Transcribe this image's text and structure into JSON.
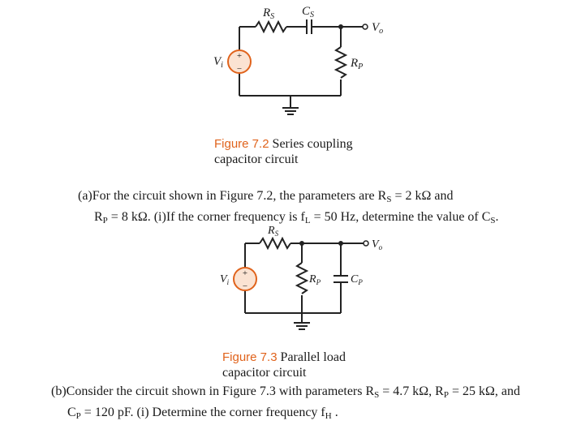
{
  "figure_7_2": {
    "labels": {
      "rs": "R",
      "rs_sub": "S",
      "cs": "C",
      "cs_sub": "S",
      "rp": "R",
      "rp_sub": "P",
      "vi": "V",
      "vi_sub": "i",
      "vo": "V",
      "vo_sub": "o",
      "plus": "+",
      "minus": "−"
    },
    "caption_label": "Figure 7.2",
    "caption_line1": "Series coupling",
    "caption_line2": "capacitor circuit"
  },
  "problem_a": {
    "line1_pre": "(a)For the circuit shown in Figure 7.2, the parameters are R",
    "line1_sub": "S",
    "line1_post": " = 2 kΩ and",
    "line2_a": "R",
    "line2_a_sub": "P",
    "line2_b": " = 8 kΩ. (i)If the corner frequency is f",
    "line2_b_sub": "L",
    "line2_c": " = 50 Hz, determine the value of C",
    "line2_c_sub": "S",
    "line2_d": "."
  },
  "figure_7_3": {
    "labels": {
      "rs": "R",
      "rs_sub": "S",
      "rp": "R",
      "rp_sub": "P",
      "cp": "C",
      "cp_sub": "P",
      "vi": "V",
      "vi_sub": "i",
      "vo": "V",
      "vo_sub": "o",
      "plus": "+",
      "minus": "−"
    },
    "caption_label": "Figure 7.3",
    "caption_line1": "Parallel load",
    "caption_line2": "capacitor circuit"
  },
  "problem_b": {
    "line1_pre": "(b)Consider the circuit shown in Figure 7.3 with parameters R",
    "line1_sub1": "S",
    "line1_mid": " = 4.7 kΩ, R",
    "line1_sub2": "P",
    "line1_post": " = 25 kΩ, and",
    "line2_a": "C",
    "line2_a_sub": "P",
    "line2_b": " = 120 pF. (i) Determine the corner frequency f",
    "line2_b_sub": "H",
    "line2_c": " ."
  },
  "colors": {
    "accent": "#e0631c",
    "source_fill": "#fbe3d2",
    "source_stroke": "#e0631c",
    "wire": "#222222"
  }
}
